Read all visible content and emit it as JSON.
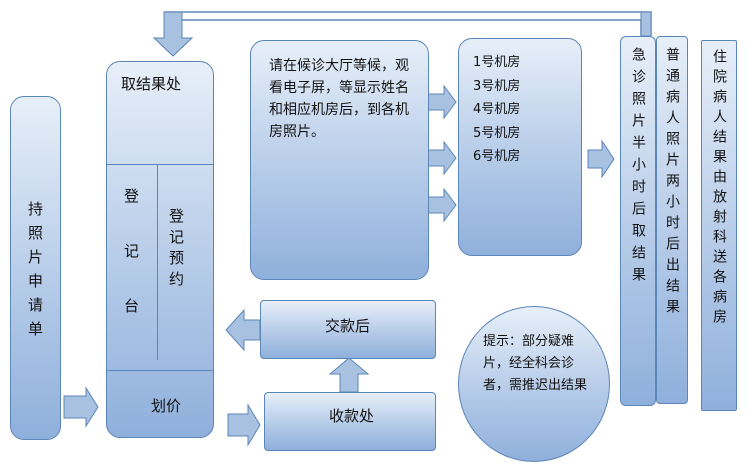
{
  "nodes": {
    "hold_form": "持照片申请单",
    "result_pickup": "取结果处",
    "registration_desk": "登记台",
    "appointment": "登记预约",
    "pricing": "划价",
    "waiting_notice": "请在候诊大厅等候，观看电子屏，等显示姓名和相应机房后，到各机房照片。",
    "rooms": [
      "1号机房",
      "3号机房",
      "4号机房",
      "5号机房",
      "6号机房"
    ],
    "emergency": "急诊照片半小时后取结果",
    "regular": "普通病人照片两小时后出结果",
    "inpatient": "住院病人结果由放射科送各病房",
    "after_payment": "交款后",
    "cashier": "收款处",
    "tip": "提示：部分疑难片，经全科会诊者，需推迟出结果"
  },
  "colors": {
    "box_border": "#5b86b8",
    "box_top": "#e7eff9",
    "box_bottom": "#8fb0dc",
    "arrow_fill": "#a9c1e0"
  }
}
